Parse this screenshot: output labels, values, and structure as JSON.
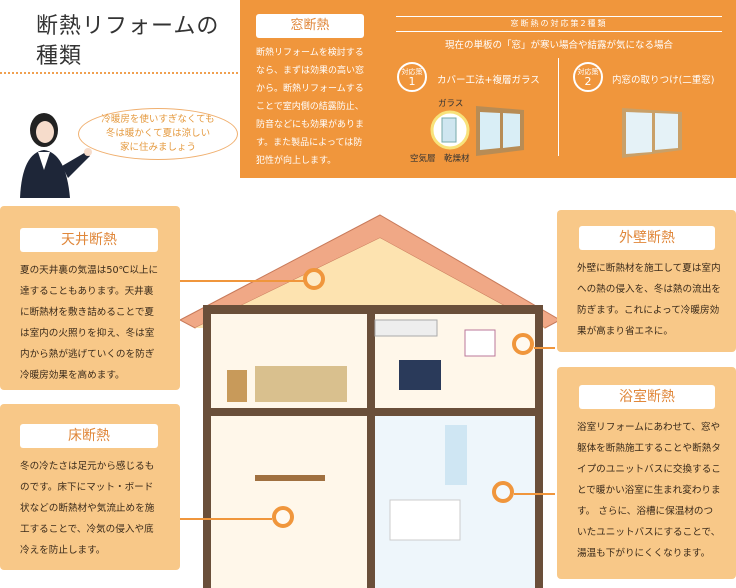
{
  "title": {
    "line1": "断熱リフォームの",
    "line2": "種類"
  },
  "bubble": {
    "line1": "冷暖房を使いすぎなくても",
    "line2": "冬は暖かくて夏は涼しい",
    "line3": "家に住みましょう"
  },
  "window": {
    "heading": "窓断熱",
    "text": "断熱リフォームを検討するなら、まずは効果の高い窓から。断熱リフォームすることで室内側の結露防止、防音などにも効果があります。また製品によっては防犯性が向上します。",
    "subtitle": "窓断熱の対応策2種類",
    "condition": "現在の単板の「窓」が寒い場合や結露が気になる場合",
    "measures": [
      {
        "badge": "対応策",
        "num": "1",
        "label": "カバー工法+複層ガラス"
      },
      {
        "badge": "対応策",
        "num": "2",
        "label": "内窓の取りつけ(二重窓)"
      }
    ],
    "parts": {
      "glass": "ガラス",
      "air": "空気層",
      "desiccant": "乾燥材"
    }
  },
  "sections": {
    "ceiling": {
      "heading": "天井断熱",
      "text": "夏の天井裏の気温は50℃以上に達することもあります。天井裏に断熱材を敷き詰めることで夏は室内の火照りを抑え、冬は室内から熱が逃げていくのを防ぎ冷暖房効果を高めます。"
    },
    "floor": {
      "heading": "床断熱",
      "text": "冬の冷たさは足元から感じるものです。床下にマット・ボード状などの断熱材や気流止めを施工することで、冷気の侵入や底冷えを防止します。"
    },
    "wall": {
      "heading": "外壁断熱",
      "text": "外壁に断熱材を施工して夏は室内への熱の侵入を、冬は熱の流出を防ぎます。これによって冷暖房効果が高まり省エネに。"
    },
    "bath": {
      "heading": "浴室断熱",
      "text": "浴室リフォームにあわせて、窓や躯体を断熱施工することや断熱タイプのユニットバスに交換することで暖かい浴室に生まれ変わります。 さらに、浴槽に保温材のついたユニットバスにすることで、湯温も下がりにくくなります。"
    }
  },
  "colors": {
    "accent": "#f0963c",
    "box": "#f8c888"
  }
}
